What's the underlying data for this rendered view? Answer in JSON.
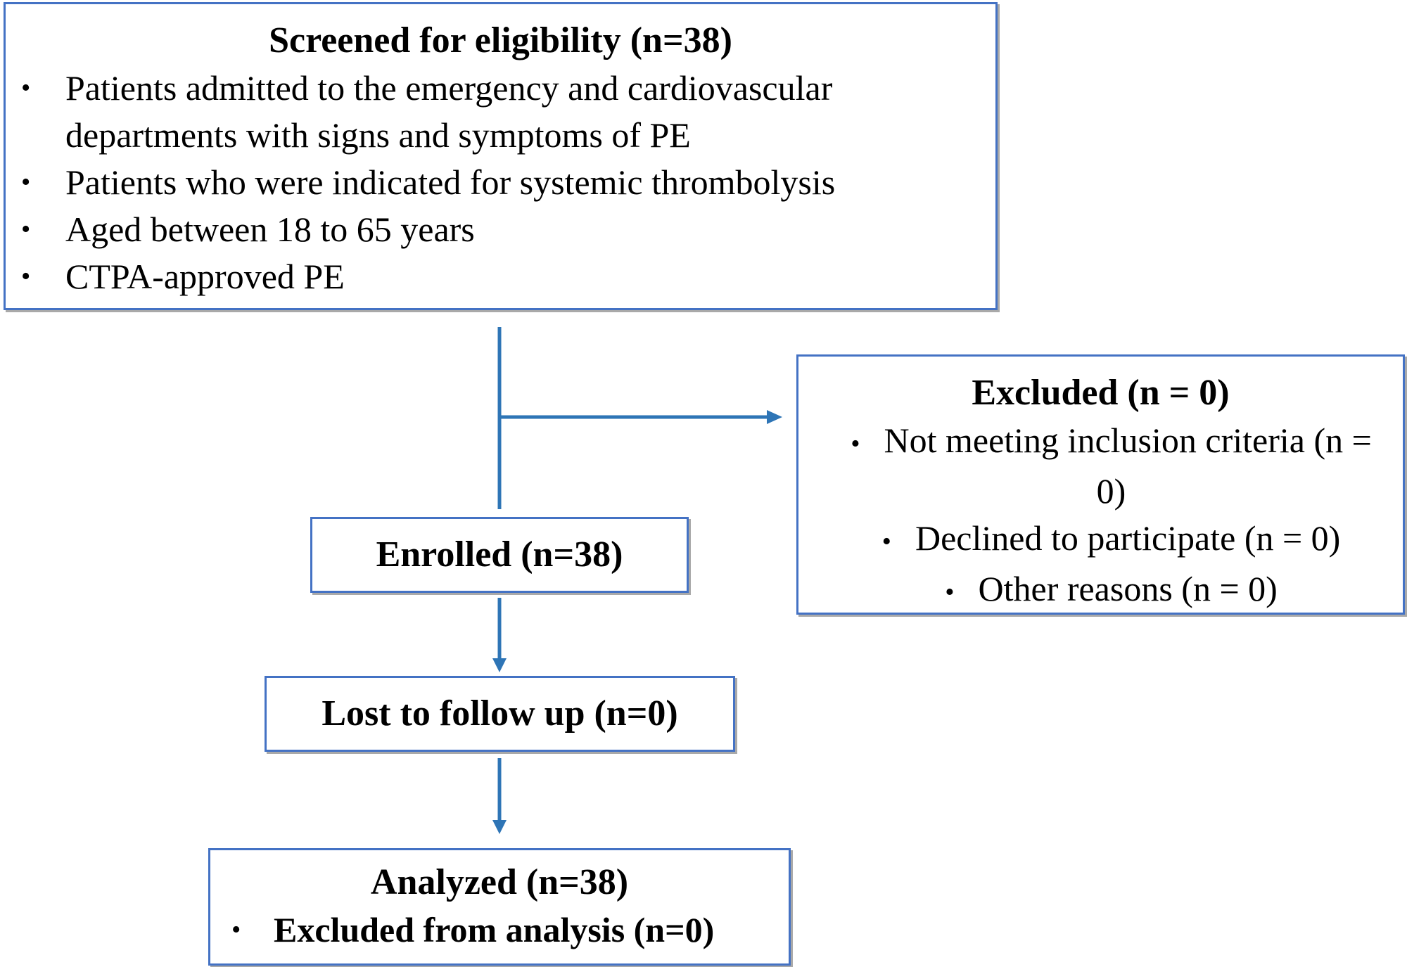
{
  "screened": {
    "title": "Screened for eligibility (n=38)",
    "bullets": [
      "Patients admitted to the emergency and cardiovascular departments with signs and symptoms of PE",
      "Patients who were indicated for systemic thrombolysis",
      "Aged between 18 to 65 years",
      "CTPA-approved PE"
    ]
  },
  "excluded": {
    "title": "Excluded (n = 0)",
    "bullets": [
      "Not meeting inclusion criteria (n = 0)",
      "Declined to participate (n = 0)",
      "Other reasons (n = 0)"
    ]
  },
  "enrolled": {
    "title": "Enrolled (n=38)"
  },
  "lost": {
    "title": "Lost to follow up (n=0)"
  },
  "analyzed": {
    "title": "Analyzed (n=38)",
    "bullets": [
      "Excluded from analysis (n=0)"
    ]
  },
  "colors": {
    "box_border": "#4472c4",
    "arrow": "#2e75b6",
    "shadow": "#a9a9a9"
  },
  "bullet_glyph": "•"
}
